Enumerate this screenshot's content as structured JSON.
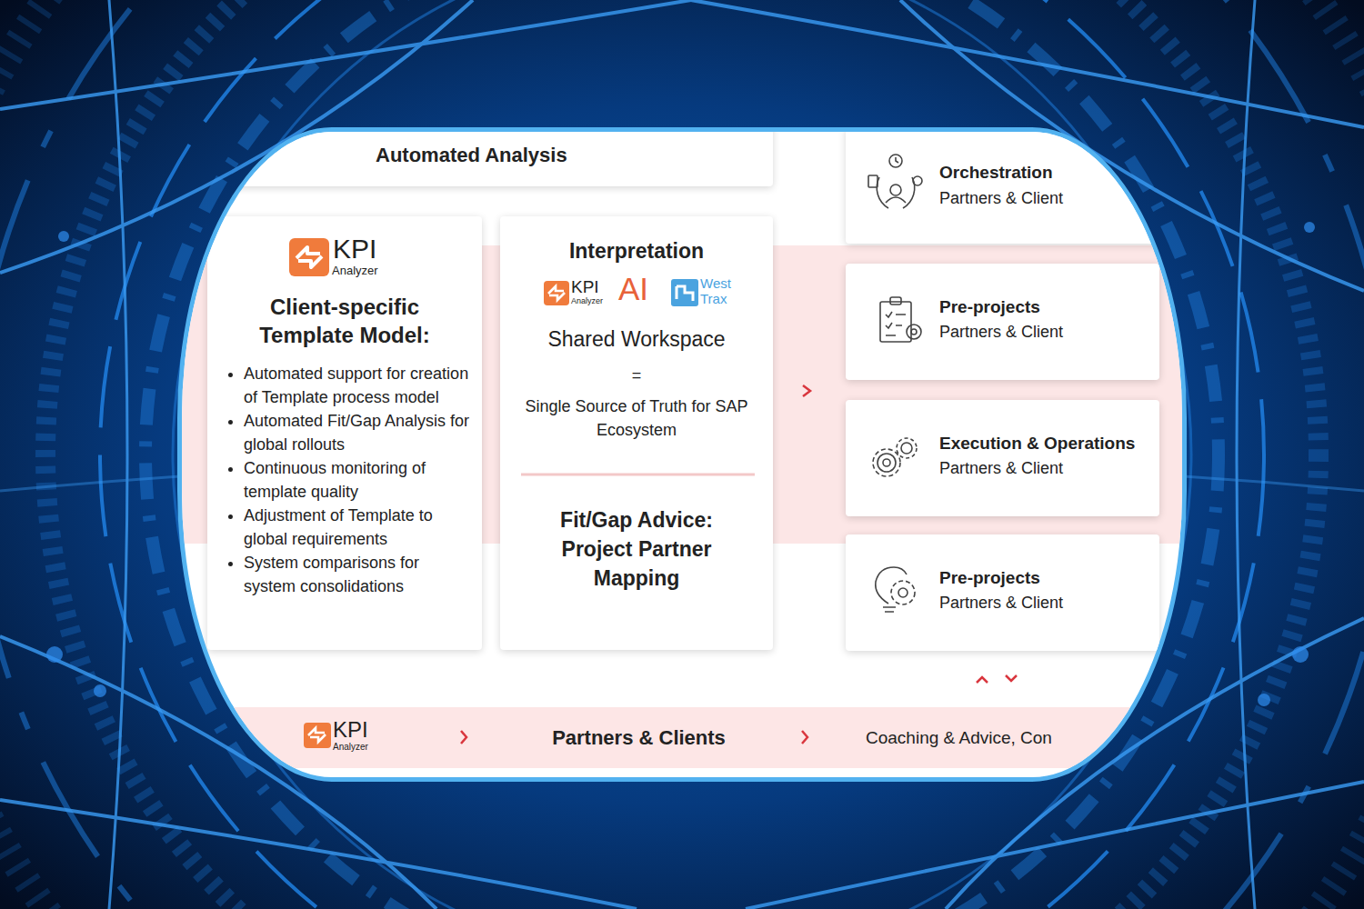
{
  "diagram": {
    "nodes": [
      {
        "text": [
          "Automated Analysis"
        ]
      },
      {
        "text": [
          "KPI",
          "Analyzer",
          "Client-specific Template Model:",
          "Automated support for creation of Template process model",
          "Automated Fit/Gap Analysis for global rollouts",
          "Continuous monitoring of template quality",
          "Adjustment of Template to global requirements",
          "System comparisons for system consolidations"
        ]
      },
      {
        "text": [
          "Interpretation",
          "KPI",
          "Analyzer",
          "AI",
          "West",
          "Trax",
          "Shared Workspace",
          "=",
          "Single Source of Truth for SAP Ecosystem",
          "Fit/Gap Advice: Project Partner Mapping"
        ]
      },
      {
        "text": [
          "Orchestration",
          "Partners & Client"
        ]
      },
      {
        "text": [
          "Pre-projects",
          "Partners & Client"
        ]
      },
      {
        "text": [
          "Execution & Operations",
          "Partners & Client"
        ]
      },
      {
        "text": [
          "Pre-projects",
          "Partners & Client"
        ]
      },
      {
        "text": [
          "KPI",
          "Analyzer",
          "Partners & Clients",
          "Coaching & Advice, Con"
        ]
      }
    ]
  }
}
